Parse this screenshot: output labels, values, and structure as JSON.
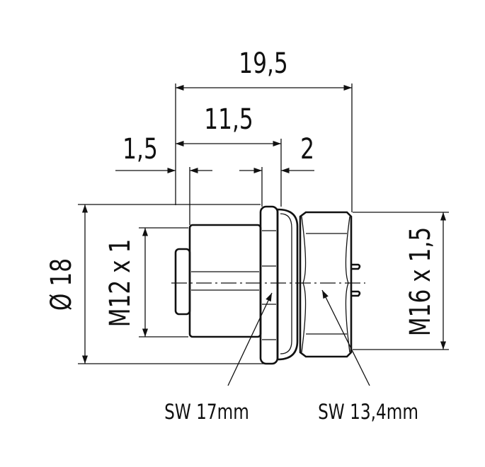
{
  "dimensions": {
    "overall_length": "19,5",
    "body_length": "11,5",
    "front_offset": "1,5",
    "panel_thickness": "2",
    "outer_diameter": "Ø 18",
    "front_thread": "M12 x 1",
    "rear_thread": "M16 x 1,5"
  },
  "callouts": {
    "front_nut": "SW 17mm",
    "rear_hex": "SW 13,4mm"
  }
}
